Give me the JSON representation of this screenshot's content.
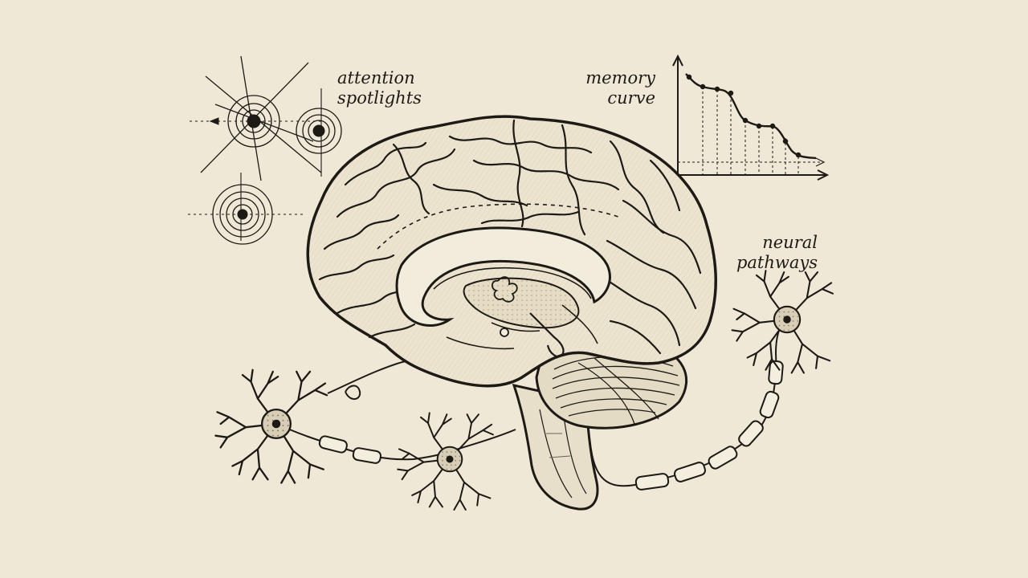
{
  "labels": {
    "attention": {
      "line1": "attention",
      "line2": "spotlights"
    },
    "memory": {
      "line1": "memory",
      "line2": "curve"
    },
    "neural": {
      "line1": "neural",
      "line2": "pathways"
    }
  },
  "colors": {
    "paper": "#efe8d6",
    "ink": "#1d1a16",
    "shade": "#ddd3bc"
  },
  "icons": [
    "attention-spotlight-icon",
    "memory-curve-icon",
    "neuron-icon",
    "brain-illustration"
  ]
}
